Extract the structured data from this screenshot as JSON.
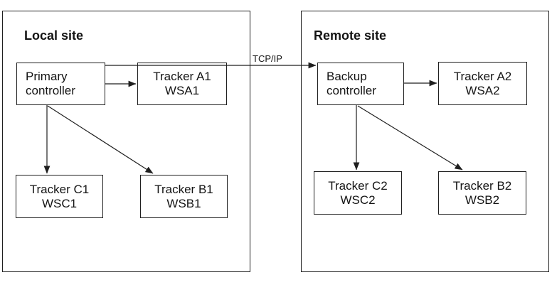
{
  "link": {
    "label": "TCP/IP"
  },
  "sites": [
    {
      "id": "local",
      "label": "Local site",
      "nodes": [
        {
          "id": "primary-controller",
          "lines": [
            "Primary",
            "controller"
          ]
        },
        {
          "id": "tracker-a1",
          "lines": [
            "Tracker A1",
            "WSA1"
          ]
        },
        {
          "id": "tracker-c1",
          "lines": [
            "Tracker C1",
            "WSC1"
          ]
        },
        {
          "id": "tracker-b1",
          "lines": [
            "Tracker B1",
            "WSB1"
          ]
        }
      ]
    },
    {
      "id": "remote",
      "label": "Remote site",
      "nodes": [
        {
          "id": "backup-controller",
          "lines": [
            "Backup",
            "controller"
          ]
        },
        {
          "id": "tracker-a2",
          "lines": [
            "Tracker A2",
            "WSA2"
          ]
        },
        {
          "id": "tracker-c2",
          "lines": [
            "Tracker C2",
            "WSC2"
          ]
        },
        {
          "id": "tracker-b2",
          "lines": [
            "Tracker B2",
            "WSB2"
          ]
        }
      ]
    }
  ],
  "colors": {
    "line": "#1f1f1f",
    "text": "#141414",
    "background": "#ffffff"
  }
}
